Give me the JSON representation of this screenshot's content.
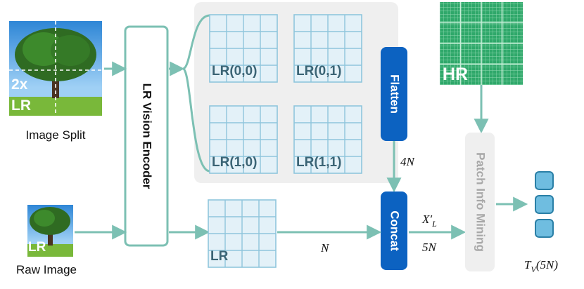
{
  "inputs": {
    "image_split_label": "Image Split",
    "image_split_overlay_line1": "2x",
    "image_split_overlay_line2": "LR",
    "raw_image_label": "Raw Image",
    "raw_image_overlay": "LR"
  },
  "encoder": {
    "label": "LR Vision Encoder"
  },
  "patches": {
    "tiles": [
      "LR(0,0)",
      "LR(0,1)",
      "LR(1,0)",
      "LR(1,1)"
    ],
    "global": "LR",
    "hr": "HR"
  },
  "modules": {
    "flatten": "Flatten",
    "concat": "Concat",
    "patch_info_mining": "Patch Info Mining"
  },
  "annotations": {
    "flatten_out": "4N",
    "global_out": "N",
    "concat_out_top": "X'L",
    "concat_out_bottom": "5N",
    "tokens": "TV(5N)"
  },
  "colors": {
    "arrow": "#7cc0b3",
    "blue_box": "#0c62c1",
    "grid_line": "#8fc6dc",
    "grid_fill": "#e3f1f8",
    "panel": "#efefef",
    "token_fill": "#6fbde0",
    "token_stroke": "#2a7fa6",
    "patch_label": "#3b6475",
    "hr_fill": "#2fa86a"
  }
}
